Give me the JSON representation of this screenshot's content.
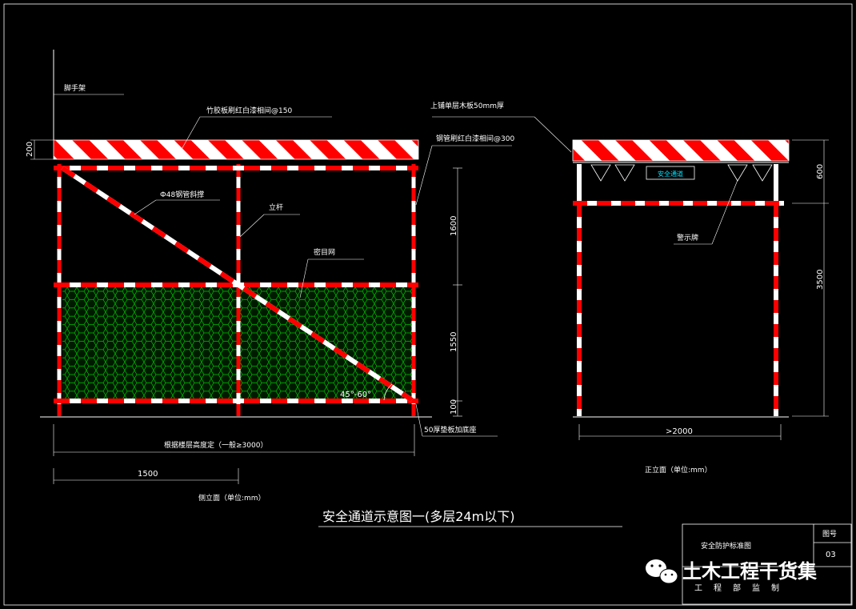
{
  "drawing": {
    "title": "安全通道示意图一(多层24m以下)",
    "side_view_caption": "侧立面（单位:mm）",
    "front_view_caption": "正立面（单位:mm）"
  },
  "labels": {
    "scaffold": "脚手架",
    "roof_boards": "竹胶板刷红白漆相间@150",
    "top_plank": "上铺单层木板50mm厚",
    "steel_pipe": "钢管刷红白漆相间@300",
    "brace": "Ф48钢管斜撑",
    "post": "立杆",
    "mesh": "密目网",
    "base_board": "50厚垫板加底座",
    "warning_sign": "警示牌",
    "sign_text": "安全通道",
    "angle": "45°-60°"
  },
  "dimensions": {
    "d200": "200",
    "d1600": "1600",
    "d1550": "1550",
    "d100": "100",
    "d600": "600",
    "d3500": "3500",
    "width_note": "根据楼层高度定（一般≥3000）",
    "d1500": "1500",
    "d2000": ">2000"
  },
  "title_block": {
    "name": "安全防护标准图",
    "drawing_no_label": "图号",
    "drawing_no": "03",
    "dept": "工程部监制"
  },
  "watermark": {
    "text": "土木工程干货集",
    "icon": "wechat-icon"
  },
  "colors": {
    "background": "#000000",
    "line": "#ffffff",
    "stripe": "#ff0000",
    "mesh": "#00c800",
    "sign": "#00e5ff"
  }
}
